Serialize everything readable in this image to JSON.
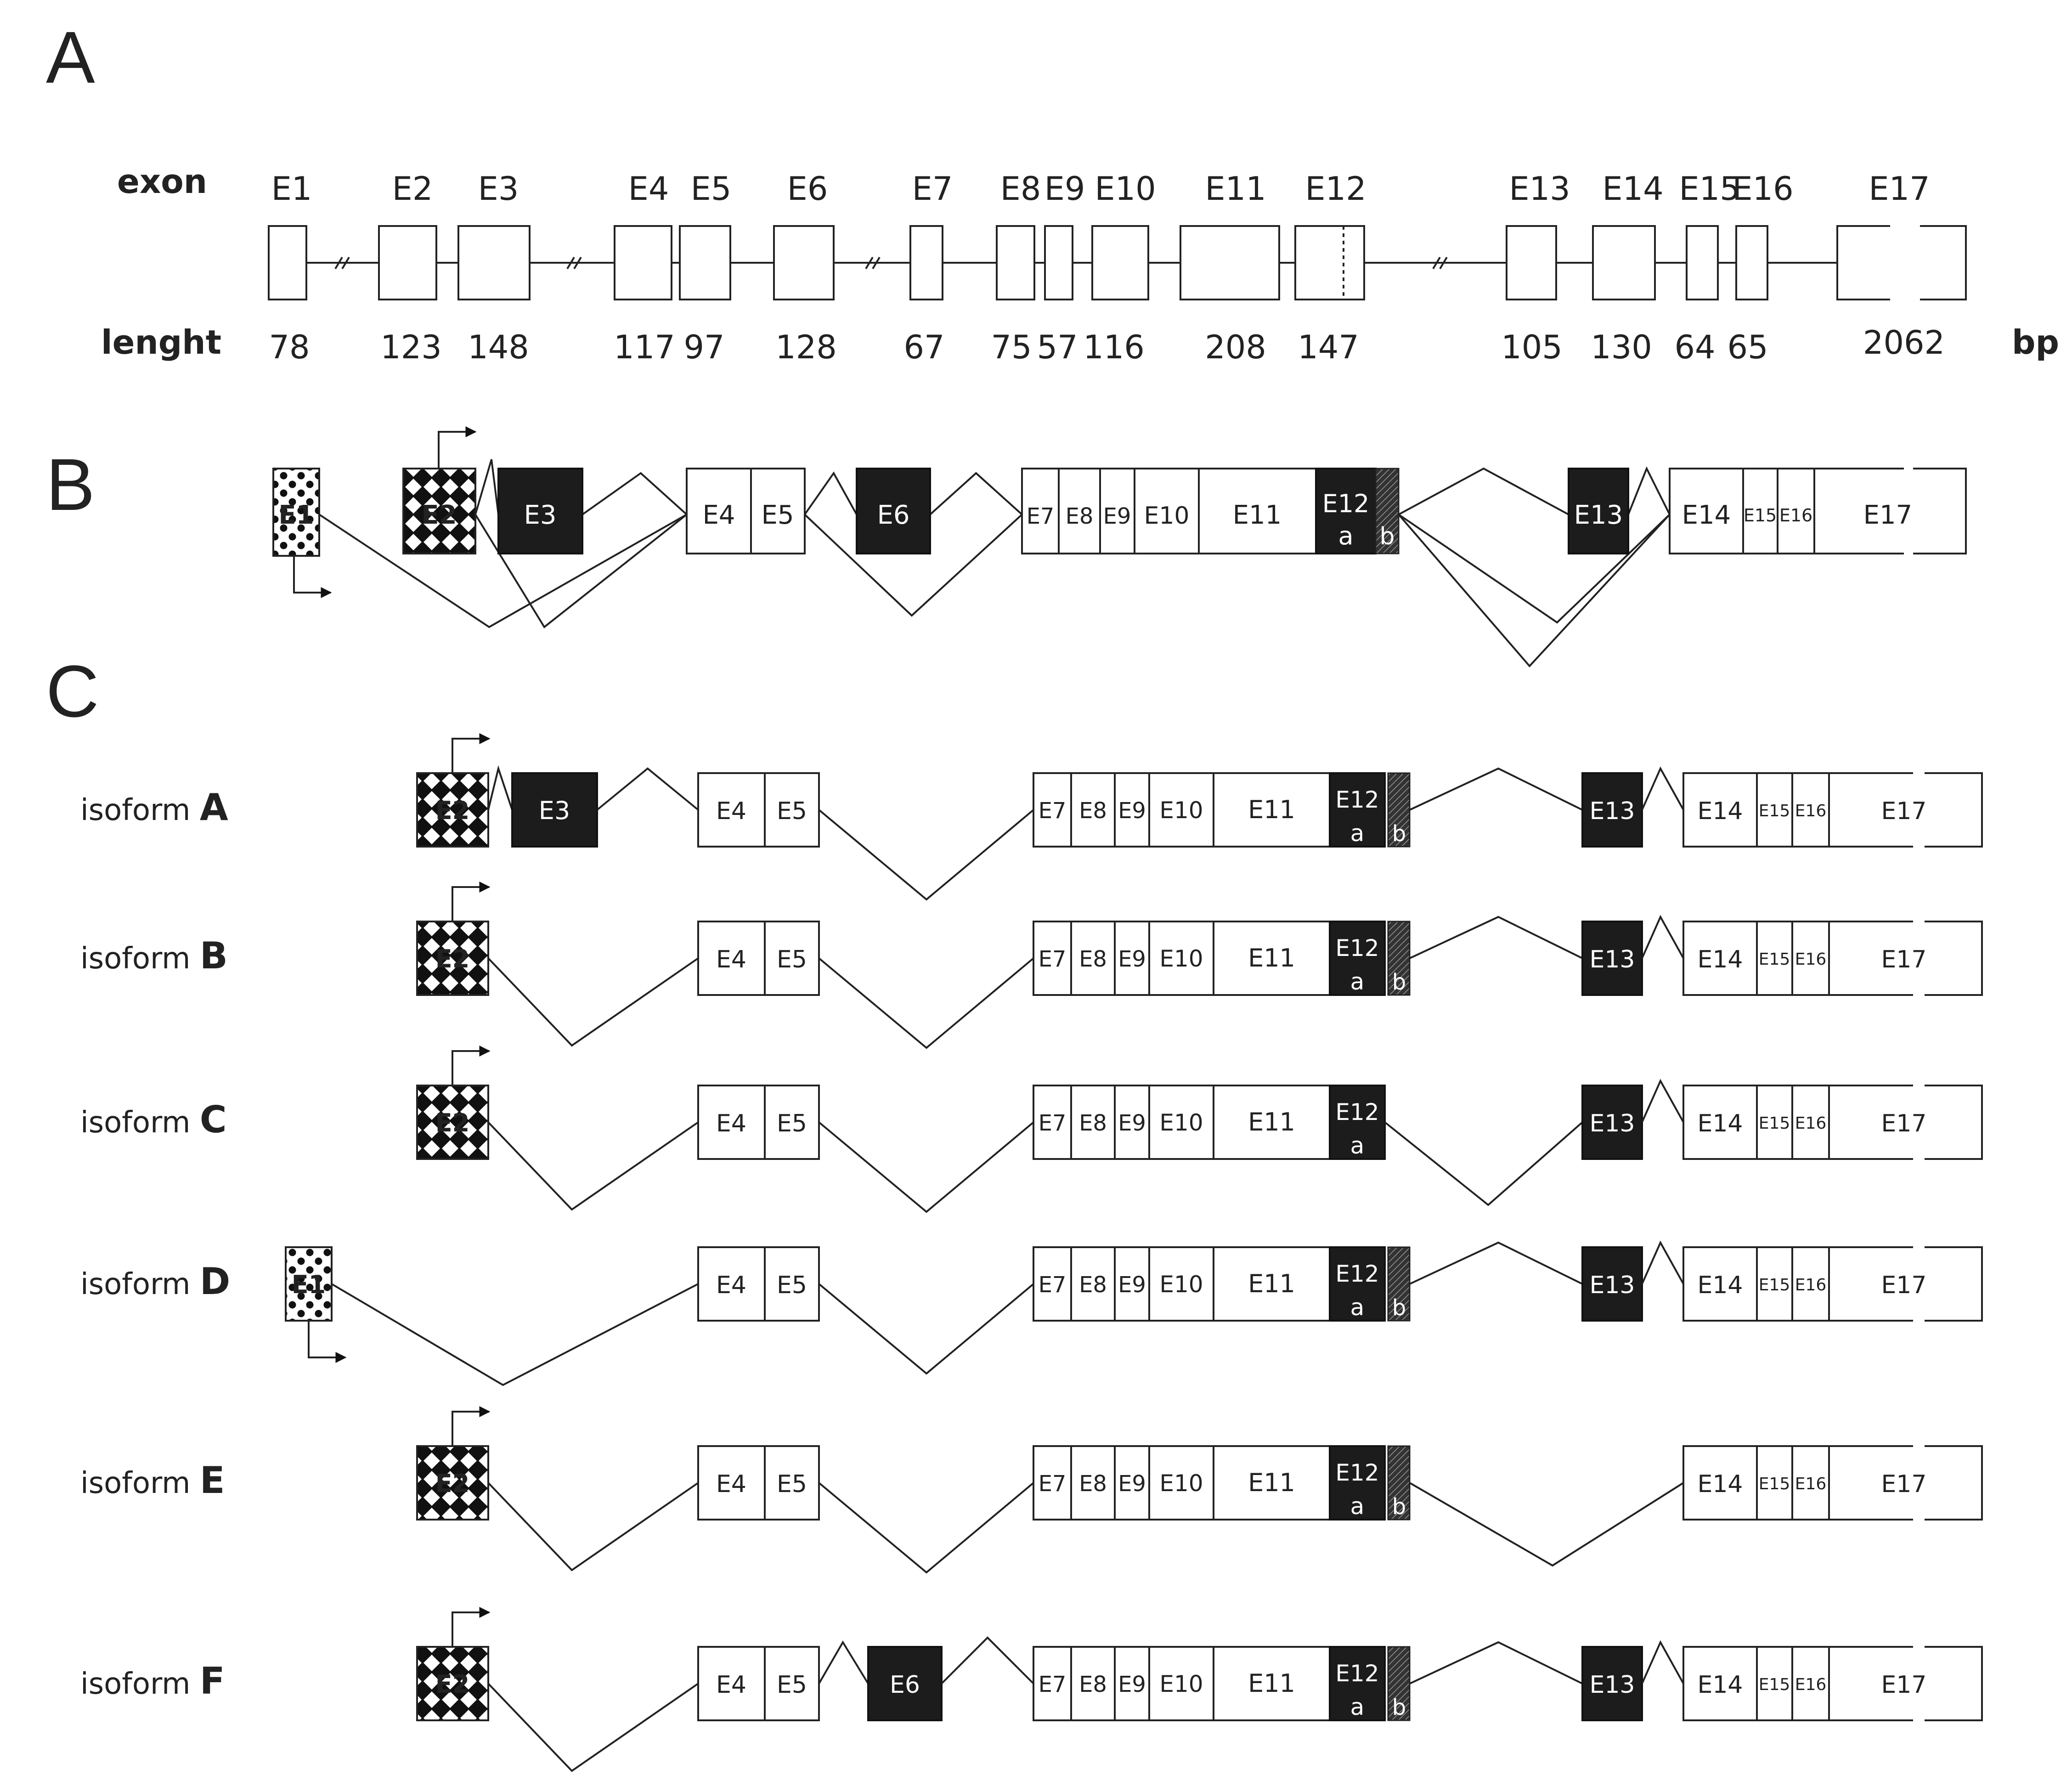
{
  "panels": {
    "A": "A",
    "B": "B",
    "C": "C"
  },
  "panel_a": {
    "exon_label": "exon",
    "length_label": "lenght",
    "unit": "bp",
    "exons": [
      {
        "name": "E1",
        "length": "78"
      },
      {
        "name": "E2",
        "length": "123"
      },
      {
        "name": "E3",
        "length": "148"
      },
      {
        "name": "E4",
        "length": "117"
      },
      {
        "name": "E5",
        "length": "97"
      },
      {
        "name": "E6",
        "length": "128"
      },
      {
        "name": "E7",
        "length": "67"
      },
      {
        "name": "E8",
        "length": "75"
      },
      {
        "name": "E9",
        "length": "57"
      },
      {
        "name": "E10",
        "length": "116"
      },
      {
        "name": "E11",
        "length": "208"
      },
      {
        "name": "E12",
        "length": "147"
      },
      {
        "name": "E13",
        "length": "105"
      },
      {
        "name": "E14",
        "length": "130"
      },
      {
        "name": "E15",
        "length": "64"
      },
      {
        "name": "E16",
        "length": "65"
      },
      {
        "name": "E17",
        "length": "2062"
      }
    ]
  },
  "exon_labels": {
    "E1": "E1",
    "E2": "E2",
    "E3": "E3",
    "E4": "E4",
    "E5": "E5",
    "E6": "E6",
    "E7": "E7",
    "E8": "E8",
    "E9": "E9",
    "E10": "E10",
    "E11": "E11",
    "E12": "E12",
    "E12a": "a",
    "E12b": "b",
    "E13": "E13",
    "E14": "E14",
    "E15": "E15",
    "E16": "E16",
    "E17": "E17"
  },
  "isoforms": [
    {
      "prefix": "isoform",
      "letter": "A"
    },
    {
      "prefix": "isoform",
      "letter": "B"
    },
    {
      "prefix": "isoform",
      "letter": "C"
    },
    {
      "prefix": "isoform",
      "letter": "D"
    },
    {
      "prefix": "isoform",
      "letter": "E"
    },
    {
      "prefix": "isoform",
      "letter": "F"
    }
  ]
}
